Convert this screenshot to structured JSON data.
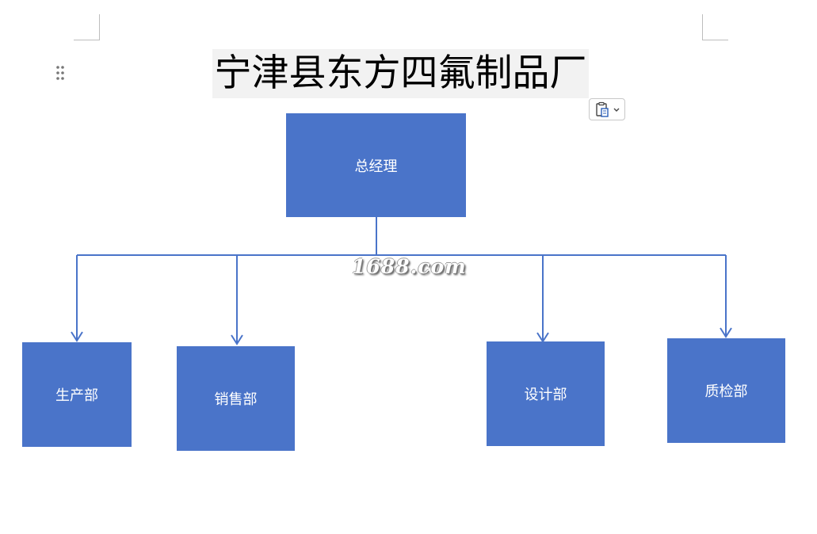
{
  "document": {
    "title": "宁津县东方四氟制品厂"
  },
  "org_chart": {
    "root": {
      "label": "总经理"
    },
    "departments": [
      {
        "label": "生产部"
      },
      {
        "label": "销售部"
      },
      {
        "label": "设计部"
      },
      {
        "label": "质检部"
      }
    ]
  },
  "watermark": {
    "text": "1688.com"
  },
  "colors": {
    "box_fill": "#4a74c9",
    "connector": "#4a74c9",
    "box_text": "#ffffff"
  },
  "icons": {
    "drag_handle": "drag-handle-icon",
    "paste_options": "paste-options-icon"
  }
}
